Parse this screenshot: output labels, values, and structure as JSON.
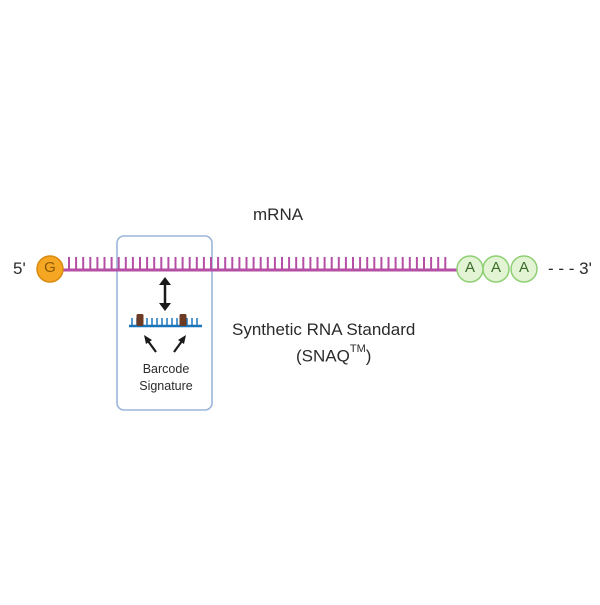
{
  "title": "mRNA",
  "five_prime": "5'",
  "three_prime": "- - - 3'",
  "cap": {
    "letter": "G",
    "color": "#f5a623",
    "stroke": "#d98a0f"
  },
  "tail": {
    "letters": [
      "A",
      "A",
      "A"
    ],
    "fill": "#e3f4d4",
    "stroke": "#8fcf73"
  },
  "strand": {
    "color": "#b54fa6"
  },
  "barcode_box": {
    "line1": "Barcode",
    "line2": "Signature",
    "stroke": "#9bb5da"
  },
  "barcode_strand": {
    "color": "#1b75bc",
    "tag_color": "#6b3b24"
  },
  "standard": {
    "line1": "Synthetic RNA Standard",
    "line2": "(SNAQ",
    "tm": "TM",
    "line2_end": ")"
  }
}
